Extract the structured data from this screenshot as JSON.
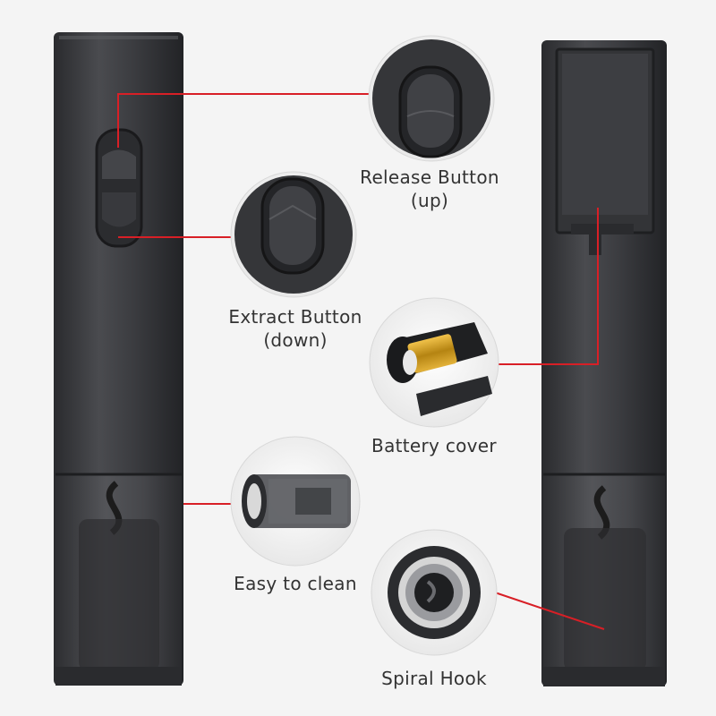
{
  "colors": {
    "background": "#f4f4f4",
    "device_body": "#3b3c3f",
    "callout_line": "#d81f26",
    "label_text": "#333333"
  },
  "labels": {
    "release_button": {
      "line1": "Release Button",
      "line2": "(up)"
    },
    "extract_button": {
      "line1": "Extract Button",
      "line2": "(down)"
    },
    "battery_cover": "Battery cover",
    "easy_to_clean": "Easy to clean",
    "spiral_hook": "Spiral Hook"
  }
}
